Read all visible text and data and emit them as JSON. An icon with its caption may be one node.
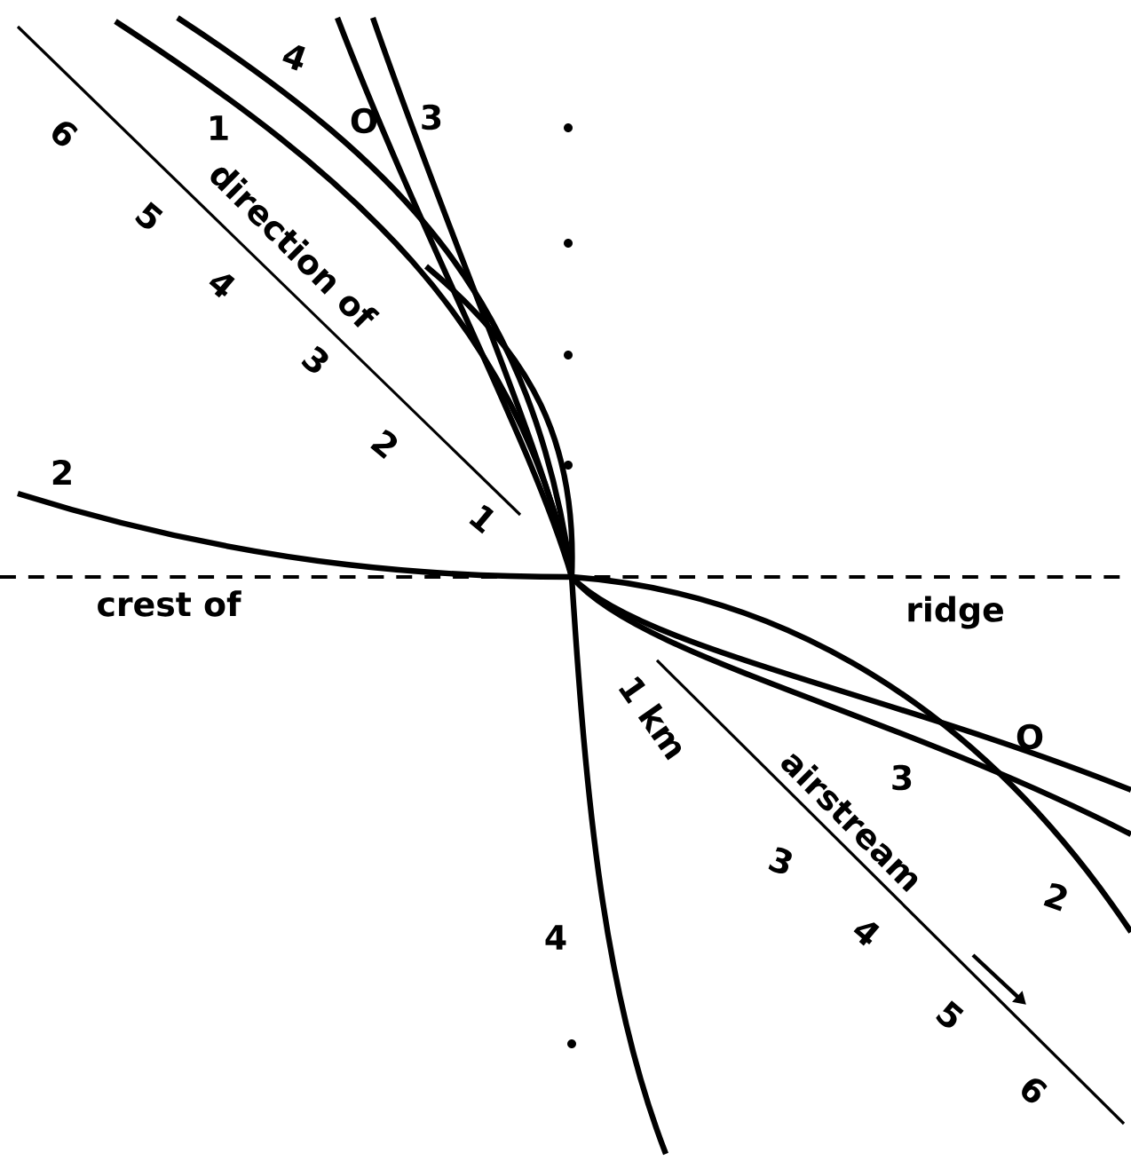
{
  "diagram": {
    "labels": [
      "4",
      "O",
      "3",
      "6",
      "1",
      "direction of",
      "5",
      "4",
      "3",
      "2",
      "1",
      "2",
      "crest of",
      "ridge",
      "1 km",
      "airstream",
      "3",
      "O",
      "3",
      "2",
      "4",
      "4",
      "5",
      "6"
    ]
  }
}
